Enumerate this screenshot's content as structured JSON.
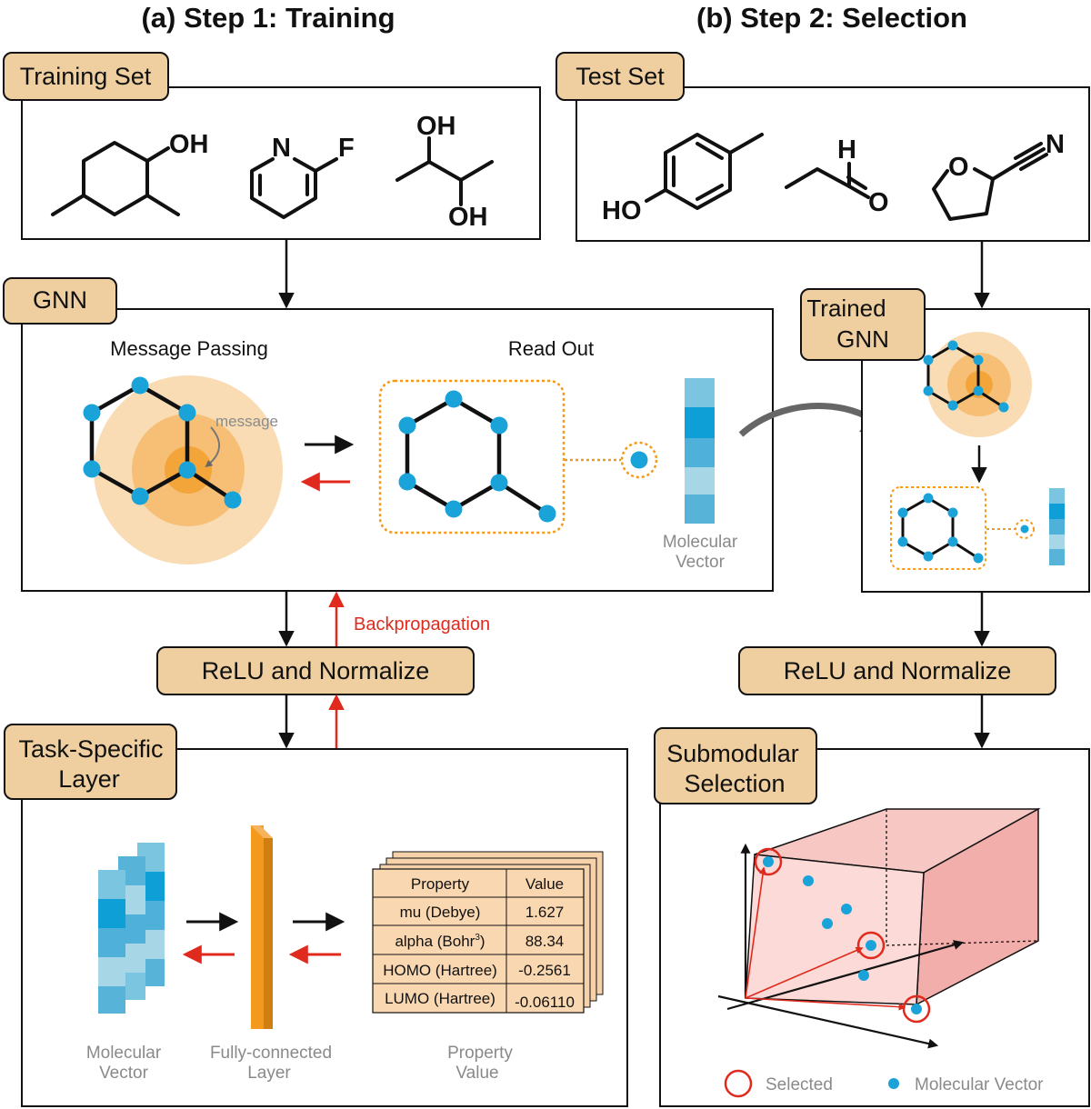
{
  "panels": {
    "a_title": "(a) Step 1: Training",
    "b_title": "(b) Step 2: Selection"
  },
  "training": {
    "set_label": "Training Set",
    "molecules": {
      "m1_oh": "OH",
      "m2_n": "N",
      "m2_f": "F",
      "m3_oh_top": "OH",
      "m3_oh_bottom": "OH"
    }
  },
  "gnn": {
    "label": "GNN",
    "message_passing": "Message Passing",
    "message": "message",
    "read_out": "Read Out",
    "molecular_vector": [
      "Molecular",
      "Vector"
    ]
  },
  "backprop_label": "Backpropagation",
  "relu_left": "ReLU and Normalize",
  "task_layer": {
    "label": [
      "Task-Specific",
      "Layer"
    ],
    "molecular_vector": [
      "Molecular",
      "Vector"
    ],
    "fc_layer": [
      "Fully-connected",
      "Layer"
    ],
    "property_value": [
      "Property",
      "Value"
    ],
    "table": {
      "headers": [
        "Property",
        "Value"
      ],
      "rows": [
        {
          "property": "mu (Debye)",
          "value": "1.627"
        },
        {
          "property": "alpha (Bohr",
          "sup": "3",
          "close": ")",
          "value": "88.34"
        },
        {
          "property": "HOMO (Hartree)",
          "value": "-0.2561"
        },
        {
          "property": "LUMO (Hartree)",
          "value": "-0.06110"
        }
      ]
    }
  },
  "test": {
    "set_label": "Test Set",
    "molecules": {
      "m1_ho": "HO",
      "m2_h": "H",
      "m2_o": "O",
      "m3_o": "O",
      "m3_n": "N"
    }
  },
  "trained_gnn": [
    "Trained",
    "GNN"
  ],
  "relu_right": "ReLU and Normalize",
  "submodular": {
    "label": [
      "Submodular",
      "Selection"
    ],
    "legend_selected": "Selected",
    "legend_vector": "Molecular Vector"
  },
  "colors": {
    "tag_fill": "#efcf9f",
    "node": "#1aa3d8",
    "accent_red": "#e02a1d",
    "orange": "#f39a1e"
  }
}
